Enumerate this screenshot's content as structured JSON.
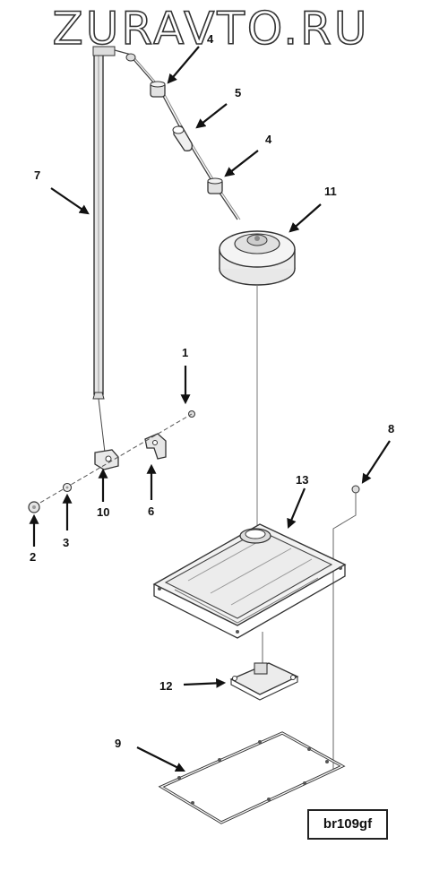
{
  "header": {
    "site_watermark": "ZURAVTO.RU"
  },
  "diagram": {
    "figure_ref": "br109gf",
    "callouts": {
      "c1": "1",
      "c2": "2",
      "c3": "3",
      "c4a": "4",
      "c4b": "4",
      "c5": "5",
      "c6": "6",
      "c7": "7",
      "c8": "8",
      "c9": "9",
      "c10": "10",
      "c11": "11",
      "c12": "12",
      "c13": "13"
    }
  }
}
